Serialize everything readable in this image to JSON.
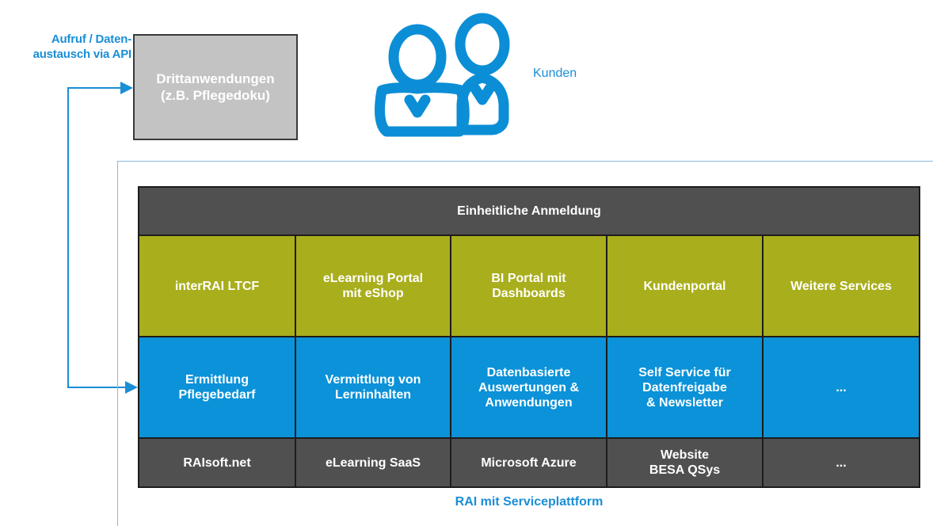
{
  "api_label": "Aufruf / Daten-\naustausch via API",
  "third_party": "Drittanwendungen\n(z.B. Pflegedoku)",
  "customers_label": "Kunden",
  "login": "Einheitliche Anmeldung",
  "services": [
    "interRAI LTCF",
    "eLearning Portal\nmit eShop",
    "BI Portal mit\nDashboards",
    "Kundenportal",
    "Weitere Services"
  ],
  "features": [
    "Ermittlung\nPflegebedarf",
    "Vermittlung von\nLerninhalten",
    "Datenbasierte\nAuswertungen &\nAnwendungen",
    "Self Service für\nDatenfreigabe\n& Newsletter",
    "..."
  ],
  "platforms": [
    "RAIsoft.net",
    "eLearning SaaS",
    "Microsoft Azure",
    "Website\nBESA QSys",
    "..."
  ],
  "footer": "RAI mit Serviceplattform",
  "colors": {
    "accent_blue": "#1a8ed6",
    "olive": "#a9ae1c",
    "dark_gray": "#505050",
    "light_gray": "#c3c3c3"
  },
  "icons": [
    "customers-icon"
  ]
}
